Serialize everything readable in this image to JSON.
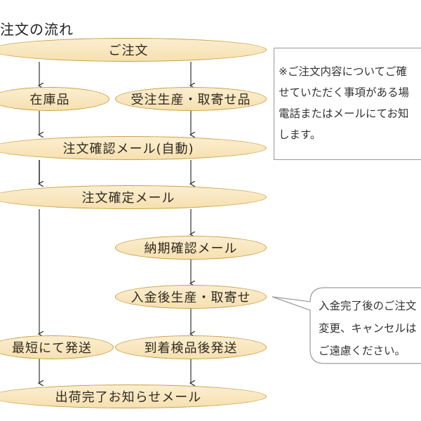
{
  "title": "注文の流れ",
  "nodes": {
    "order": "ご注文",
    "in_stock": "在庫品",
    "made_to_order": "受注生産・取寄せ品",
    "auto_confirm": "注文確認メール(自動)",
    "order_confirmed": "注文確定メール",
    "delivery_confirm": "納期確認メール",
    "post_payment": "入金後生産・取寄せ",
    "fastest_ship": "最短にて発送",
    "ship_after_arrival": "到着検品後発送",
    "shipping_complete": "出荷完了お知らせメール"
  },
  "note_box": {
    "lines": [
      "※ご注文内容についてご確",
      "せていただく事項がある場",
      "電話またはメールにてお知",
      "します。"
    ]
  },
  "callout": {
    "lines": [
      "入金完了後のご注文",
      "変更、キャンセルは",
      "ご遠慮ください。"
    ]
  },
  "colors": {
    "pill_fill": "#f8e6bd",
    "pill_border": "#c9a046",
    "connector": "#333333",
    "box_border": "#9a9a9a"
  }
}
